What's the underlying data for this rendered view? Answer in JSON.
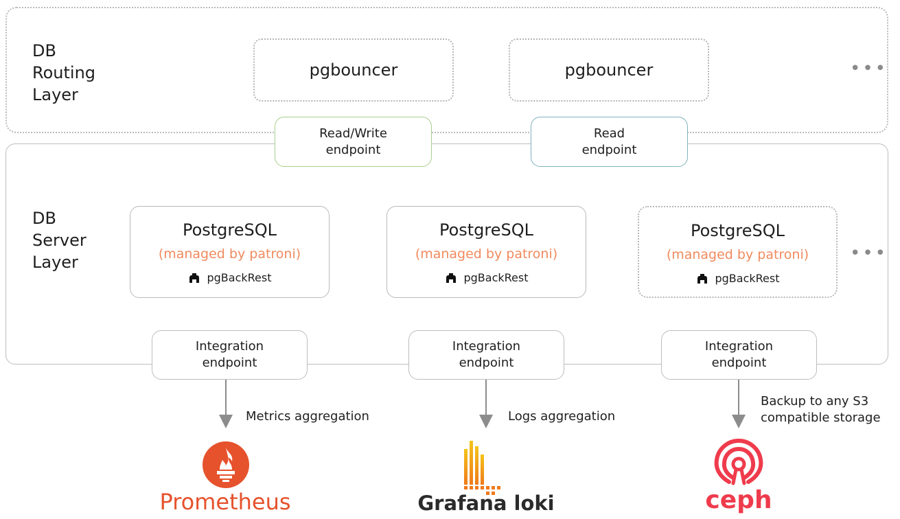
{
  "routing_layer": {
    "label_lines": [
      "DB",
      "Routing",
      "Layer"
    ],
    "poolers": [
      "pgbouncer",
      "pgbouncer"
    ],
    "more": "•••"
  },
  "server_layer": {
    "label_lines": [
      "DB",
      "Server",
      "Layer"
    ],
    "more": "•••"
  },
  "endpoints": {
    "read_write": [
      "Read/Write",
      "endpoint"
    ],
    "read": [
      "Read",
      "endpoint"
    ]
  },
  "nodes": [
    {
      "title": "PostgreSQL",
      "subtitle": "(managed by patroni)",
      "tool": "pgBackRest"
    },
    {
      "title": "PostgreSQL",
      "subtitle": "(managed by patroni)",
      "tool": "pgBackRest"
    },
    {
      "title": "PostgreSQL",
      "subtitle": "(managed by patroni)",
      "tool": "pgBackRest"
    }
  ],
  "integration_endpoints": [
    [
      "Integration",
      "endpoint"
    ],
    [
      "Integration",
      "endpoint"
    ],
    [
      "Integration",
      "endpoint"
    ]
  ],
  "flows": [
    {
      "label_lines": [
        "Metrics aggregation"
      ]
    },
    {
      "label_lines": [
        "Logs aggregation"
      ]
    },
    {
      "label_lines": [
        "Backup to any S3",
        "compatible storage"
      ]
    }
  ],
  "brands": [
    {
      "name": "Prometheus",
      "color": "#e6522c"
    },
    {
      "name": "Grafana loki",
      "color": "#2b2b2b"
    },
    {
      "name": "ceph",
      "color": "#ef3b4c"
    }
  ],
  "colors": {
    "rw_arrow": "#7fb04f",
    "read_arrow": "#3f8e9c",
    "backup_arrow": "#f5b942",
    "flow_arrow": "#8c8c8c",
    "patroni_text": "#f08a5d"
  }
}
